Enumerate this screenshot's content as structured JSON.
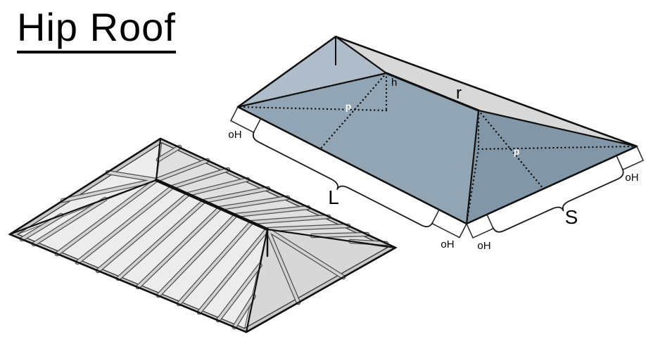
{
  "title": "Hip Roof",
  "labels": {
    "rake": "r",
    "height": "h",
    "hip_front": "p",
    "hip_right": "p",
    "length": "L",
    "span": "S",
    "overhang_left": "oH",
    "overhang_bottom_left": "oH",
    "overhang_bottom_mid": "oH",
    "overhang_right": "oH"
  },
  "colors": {
    "roof_front": "#91a5b4",
    "roof_right_end": "#8196a7",
    "roof_left_end": "#aebdc9",
    "roof_rear": "#d8d8d8",
    "outline": "#111111",
    "frame_face": "#ececec",
    "frame_face_shaded": "#e0e0e0",
    "frame_face_dark": "#d7d7d7",
    "fascia": "#c9c9c9",
    "rafter_light": "#d2d2d2",
    "rafter_dark": "#4f4f4f"
  }
}
